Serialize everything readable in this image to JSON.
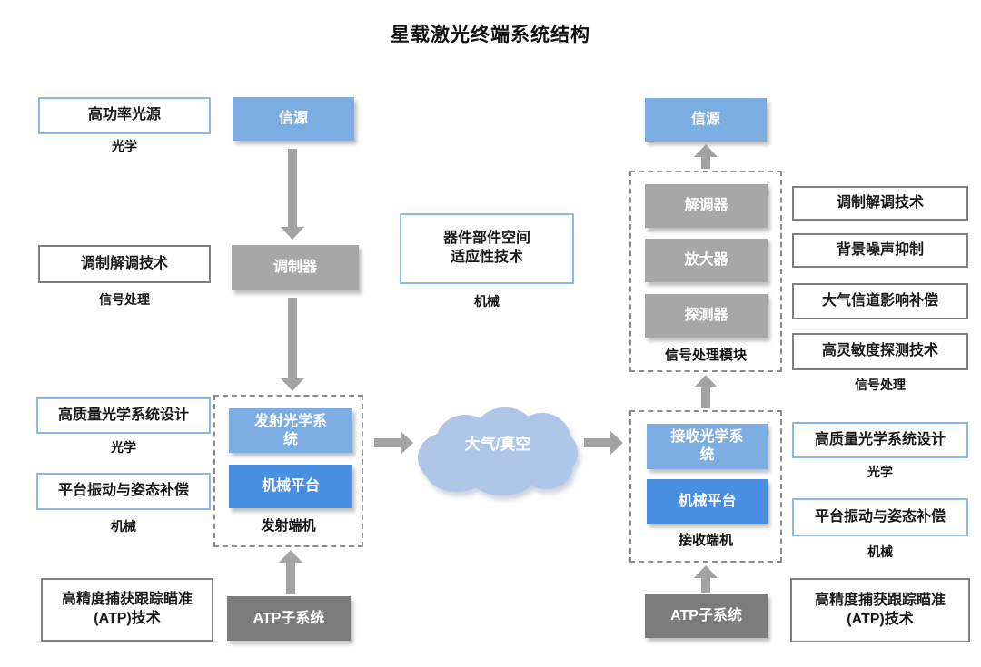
{
  "title": "星载激光终端系统结构",
  "colors": {
    "light_blue_fill": "#7caee4",
    "bright_blue_fill": "#4a90e2",
    "gray_fill": "#a7a7a7",
    "dark_gray_fill": "#7c7c7c",
    "cloud_fill": "#aec6e8",
    "blue_border": "#8ab9e9",
    "gray_border": "#7f7f7f",
    "arrow_gray": "#a3a3a3"
  },
  "left": {
    "power_source": "高功率光源",
    "power_source_tag": "光学",
    "modem_tech": "调制解调技术",
    "modem_tech_tag": "信号处理",
    "optical_design": "高质量光学系统设计",
    "optical_design_tag": "光学",
    "vibration": "平台振动与姿态补偿",
    "vibration_tag": "机械",
    "atp_tech": "高精度捕获跟踪瞄准\n(ATP)技术"
  },
  "transmit": {
    "source": "信源",
    "modulator": "调制器",
    "optics": "发射光学系\n统",
    "platform": "机械平台",
    "terminal_label": "发射端机",
    "atp": "ATP子系统"
  },
  "middle": {
    "adaptability": "器件部件空间\n适应性技术",
    "adaptability_tag": "机械",
    "channel": "大气/真空"
  },
  "receive": {
    "source": "信源",
    "demodulator": "解调器",
    "amplifier": "放大器",
    "detector": "探测器",
    "signal_module_label": "信号处理模块",
    "optics": "接收光学系\n统",
    "platform": "机械平台",
    "terminal_label": "接收端机",
    "atp": "ATP子系统"
  },
  "right": {
    "modem_tech": "调制解调技术",
    "noise": "背景噪声抑制",
    "atmo_comp": "大气信道影响补偿",
    "detection": "高灵敏度探测技术",
    "signal_tag": "信号处理",
    "optical_design": "高质量光学系统设计",
    "optical_tag": "光学",
    "vibration": "平台振动与姿态补偿",
    "vibration_tag": "机械",
    "atp_tech": "高精度捕获跟踪瞄准\n(ATP)技术"
  }
}
